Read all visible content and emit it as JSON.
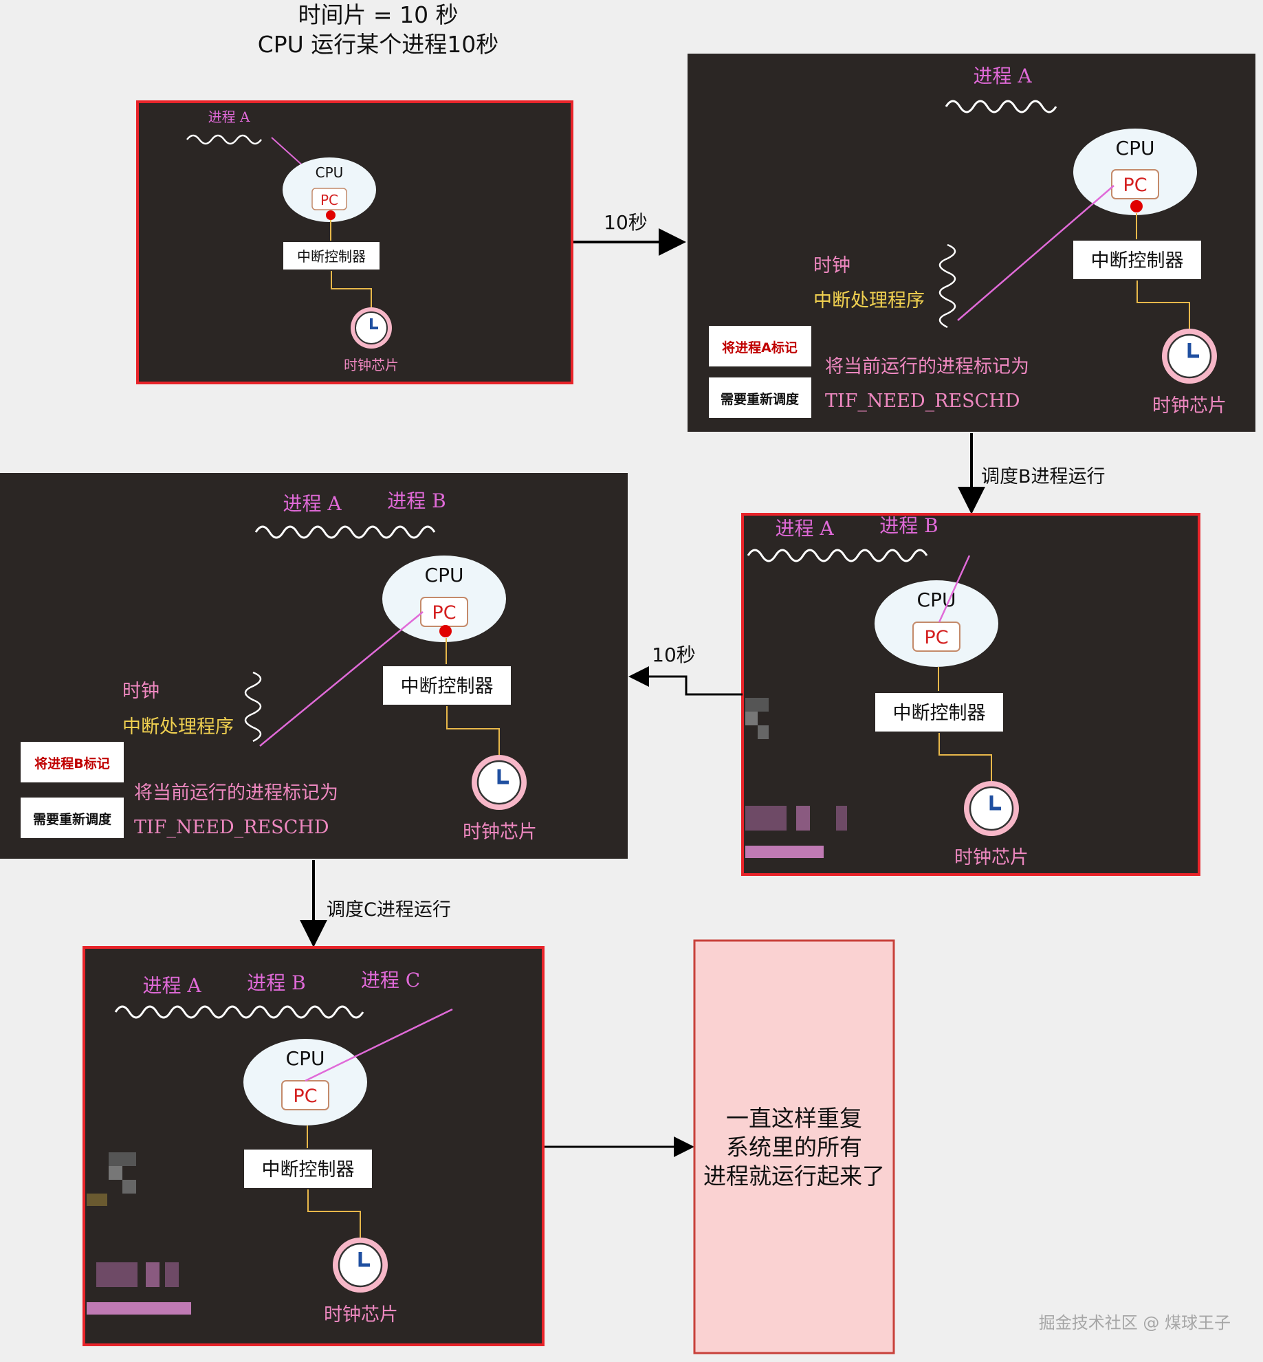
{
  "header": {
    "line1": "时间片 = 10 秒",
    "line2": "CPU 运行某个进程10秒"
  },
  "common": {
    "cpu": "CPU",
    "pc": "PC",
    "irq_controller": "中断控制器",
    "clock_chip": "时钟芯片",
    "proc_a": "进程 A",
    "proc_b": "进程 B",
    "proc_c": "进程 C"
  },
  "panel2": {
    "handler_line1": "时钟",
    "handler_line2": "中断处理程序",
    "tag1": "将进程A标记",
    "tag2": "需要重新调度",
    "desc_line1": "将当前运行的进程标记为",
    "desc_line2": "TIF_NEED_RESCHD"
  },
  "panel4": {
    "handler_line1": "时钟",
    "handler_line2": "中断处理程序",
    "tag1": "将进程B标记",
    "tag2": "需要重新调度",
    "desc_line1": "将当前运行的进程标记为",
    "desc_line2": "TIF_NEED_RESCHD"
  },
  "arrows": {
    "a1": "10秒",
    "a2": "调度B进程运行",
    "a3": "10秒",
    "a4": "调度C进程运行"
  },
  "conclusion": {
    "line1": "一直这样重复",
    "line2": "系统里的所有",
    "line3": "进程就运行起来了"
  },
  "watermark": "掘金技术社区 @ 煤球王子",
  "colors": {
    "panel_bg": "#2b2624",
    "red_border": "#e8242a",
    "magenta": "#e06ad8",
    "yellow_text": "#f0d050",
    "pink_text": "#ee88c0",
    "wire": "#e8b84a",
    "cpu_fill": "#eef6fa",
    "pc_text": "#d42020",
    "conclusion_bg": "#fad2d2",
    "conclusion_border": "#c8403a"
  }
}
